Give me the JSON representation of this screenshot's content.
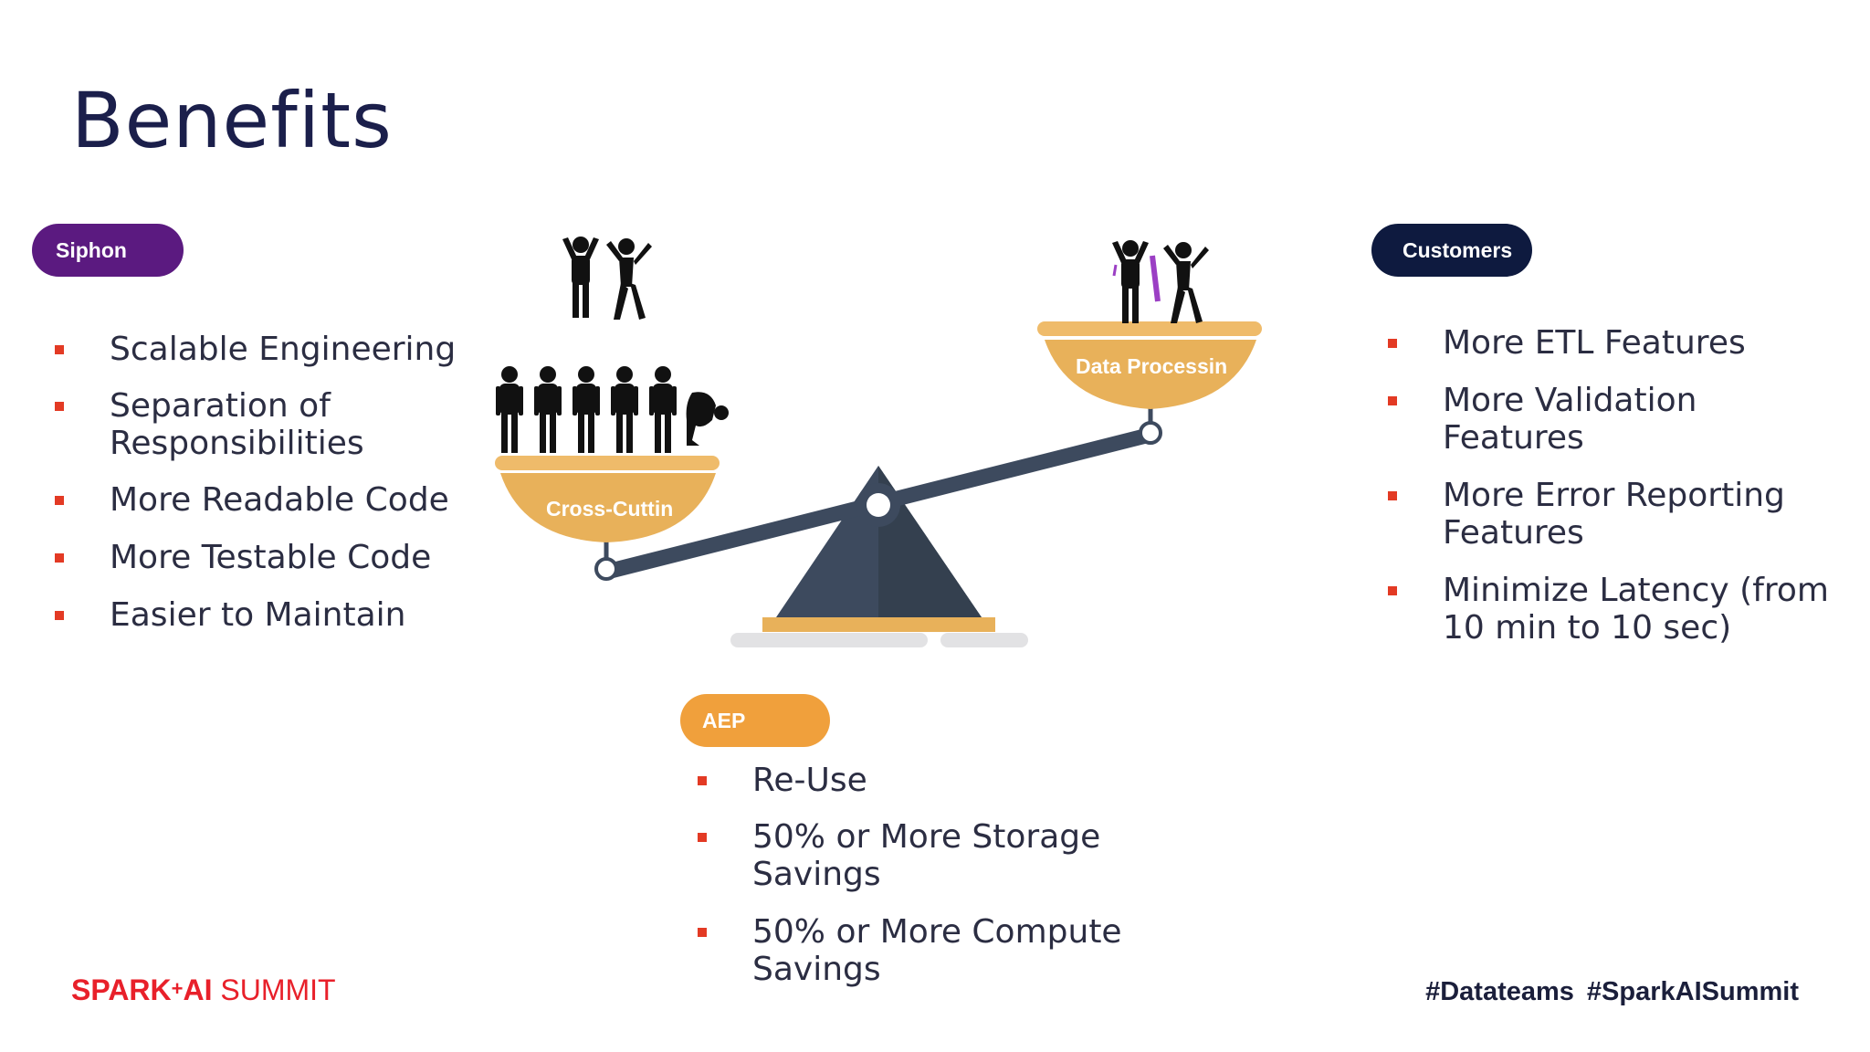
{
  "title": "Benefits",
  "siphon": {
    "pill": "Siphon",
    "color": "#5b1a80",
    "items": [
      "Scalable Engineering",
      "Separation of Responsibilities",
      "More Readable Code",
      "More Testable Code",
      "Easier to Maintain"
    ]
  },
  "customers": {
    "pill": "Customers",
    "color": "#0e1a3f",
    "items": [
      "More ETL Features",
      "More Validation Features",
      "More Error Reporting Features",
      "Minimize Latency (from 10 min to 10 sec)"
    ]
  },
  "aep": {
    "pill": "AEP",
    "color": "#f0a03c",
    "items": [
      "Re-Use",
      "50% or More Storage Savings",
      "50% or More Compute Savings"
    ]
  },
  "scale": {
    "left_pan_label": "Cross-Cuttin",
    "right_pan_label": "Data Processin",
    "pan_color": "#e8b15a",
    "beam_color": "#3d4a5e"
  },
  "footer": {
    "logo_spark": "SPARK",
    "logo_plus": "+",
    "logo_ai": "AI",
    "logo_summit": " SUMMIT",
    "tag1": "#Datateams",
    "tag2": "#SparkAISummit"
  }
}
